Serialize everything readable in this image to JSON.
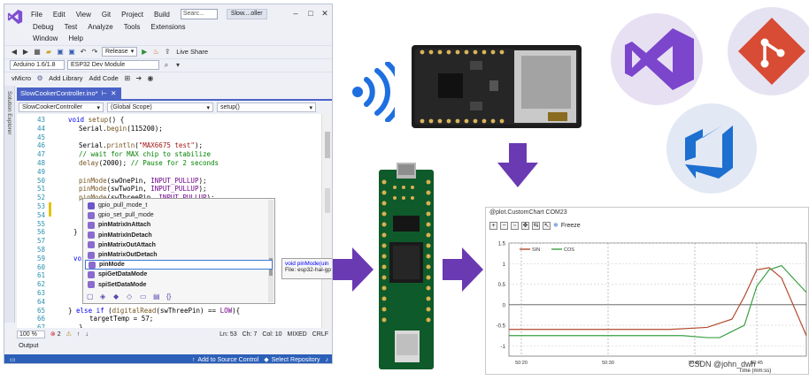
{
  "ide": {
    "menu_row1": [
      "File",
      "Edit",
      "View",
      "Git",
      "Project",
      "Build"
    ],
    "search_placeholder": "Searc...",
    "solution_title": "Slow....oller",
    "menu_row2": [
      "Debug",
      "Test",
      "Analyze",
      "Tools",
      "Extensions"
    ],
    "menu_row3": [
      "Window",
      "Help"
    ],
    "config_select": "Release",
    "live_share": "Live Share",
    "board_select": "Arduino 1.6/1.8",
    "device_select": "ESP32 Dev Module",
    "vmicro_label": "vMicro",
    "add_library": "Add Library",
    "add_code": "Add Code",
    "side_panel_label": "Solution Explorer",
    "doc_tab": "SlowCookerController.ino*",
    "nav_project": "SlowCookerController",
    "nav_scope": "(Global Scope)",
    "nav_member": "setup()",
    "code_lines": [
      {
        "n": "43",
        "text": "void setup() {"
      },
      {
        "n": "44",
        "text": "Serial.begin(115200);"
      },
      {
        "n": "45",
        "text": ""
      },
      {
        "n": "46",
        "text": "Serial.println(\"MAX6675 test\");"
      },
      {
        "n": "47",
        "text": "// wait for MAX chip to stabilize"
      },
      {
        "n": "48",
        "text": "delay(2000); // Pause for 2 seconds"
      },
      {
        "n": "49",
        "text": ""
      },
      {
        "n": "50",
        "text": "pinMode(swOnePin, INPUT_PULLUP);"
      },
      {
        "n": "51",
        "text": "pinMode(swTwoPin, INPUT_PULLUP);"
      },
      {
        "n": "52",
        "text": "pinMode(swThreePin, INPUT_PULLUP);"
      },
      {
        "n": "53",
        "text": ""
      },
      {
        "n": "54",
        "text": ""
      },
      {
        "n": "55",
        "text": ""
      },
      {
        "n": "56",
        "text": "}"
      },
      {
        "n": "57",
        "text": ""
      },
      {
        "n": "58",
        "text": ""
      },
      {
        "n": "59",
        "text": "void"
      },
      {
        "n": "60",
        "text": ""
      },
      {
        "n": "61",
        "text": ""
      },
      {
        "n": "62",
        "text": ""
      },
      {
        "n": "63",
        "text": ""
      },
      {
        "n": "64",
        "text": ""
      },
      {
        "n": "65",
        "text": "} else if (digitalRead(swThreePin) == LOW){"
      },
      {
        "n": "66",
        "text": "targetTemp = 57;"
      },
      {
        "n": "67",
        "text": "}"
      }
    ],
    "intellisense_items": [
      "gpio_pull_mode_t",
      "gpio_set_pull_mode",
      "pinMatrixInAttach",
      "pinMatrixInDetach",
      "pinMatrixOutAttach",
      "pinMatrixOutDetach",
      "pinMode",
      "spiGetDataMode",
      "spiSetDataMode"
    ],
    "intellisense_selected": "pinMode",
    "tooltip_signature": "void pinMode(uin",
    "tooltip_file": "File: esp32-hal-gp",
    "zoom": "100 %",
    "error_count": "2",
    "line": "Ln: 53",
    "col": "Ch: 7",
    "column": "Col: 10",
    "mode": "MIXED",
    "eol": "CRLF",
    "output_label": "Output",
    "add_source_control": "Add to Source Control",
    "select_repository": "Select Repository"
  },
  "chart": {
    "window_title": "@plot.CustomChart COM23",
    "freeze_label": "Freeze",
    "watermark": "CSDN @john_dwh"
  },
  "chart_data": {
    "type": "line",
    "title": "",
    "xlabel": "Time (mm:ss)",
    "ylabel": "",
    "x_tick_labels": [
      "50:20",
      "50:30",
      "50:40",
      "50:45"
    ],
    "y_ticks": [
      1.5,
      1,
      0.5,
      0,
      -0.5,
      -1
    ],
    "ylim": [
      -1.25,
      1.5
    ],
    "xlim": [
      0,
      24
    ],
    "grid": true,
    "legend_position": "top-left",
    "series": [
      {
        "name": "SIN",
        "color": "#b24a2e",
        "x": [
          0,
          13,
          16,
          18,
          19,
          20,
          21,
          22,
          24
        ],
        "y": [
          -0.6,
          -0.6,
          -0.55,
          -0.35,
          0.2,
          0.85,
          0.9,
          0.65,
          -0.75
        ]
      },
      {
        "name": "COS",
        "color": "#3aa043",
        "x": [
          0,
          14,
          16,
          17,
          18,
          19,
          20,
          21,
          22,
          24
        ],
        "y": [
          -0.75,
          -0.75,
          -0.8,
          -0.8,
          -0.65,
          -0.5,
          0.45,
          0.85,
          0.95,
          0.3
        ]
      }
    ]
  }
}
